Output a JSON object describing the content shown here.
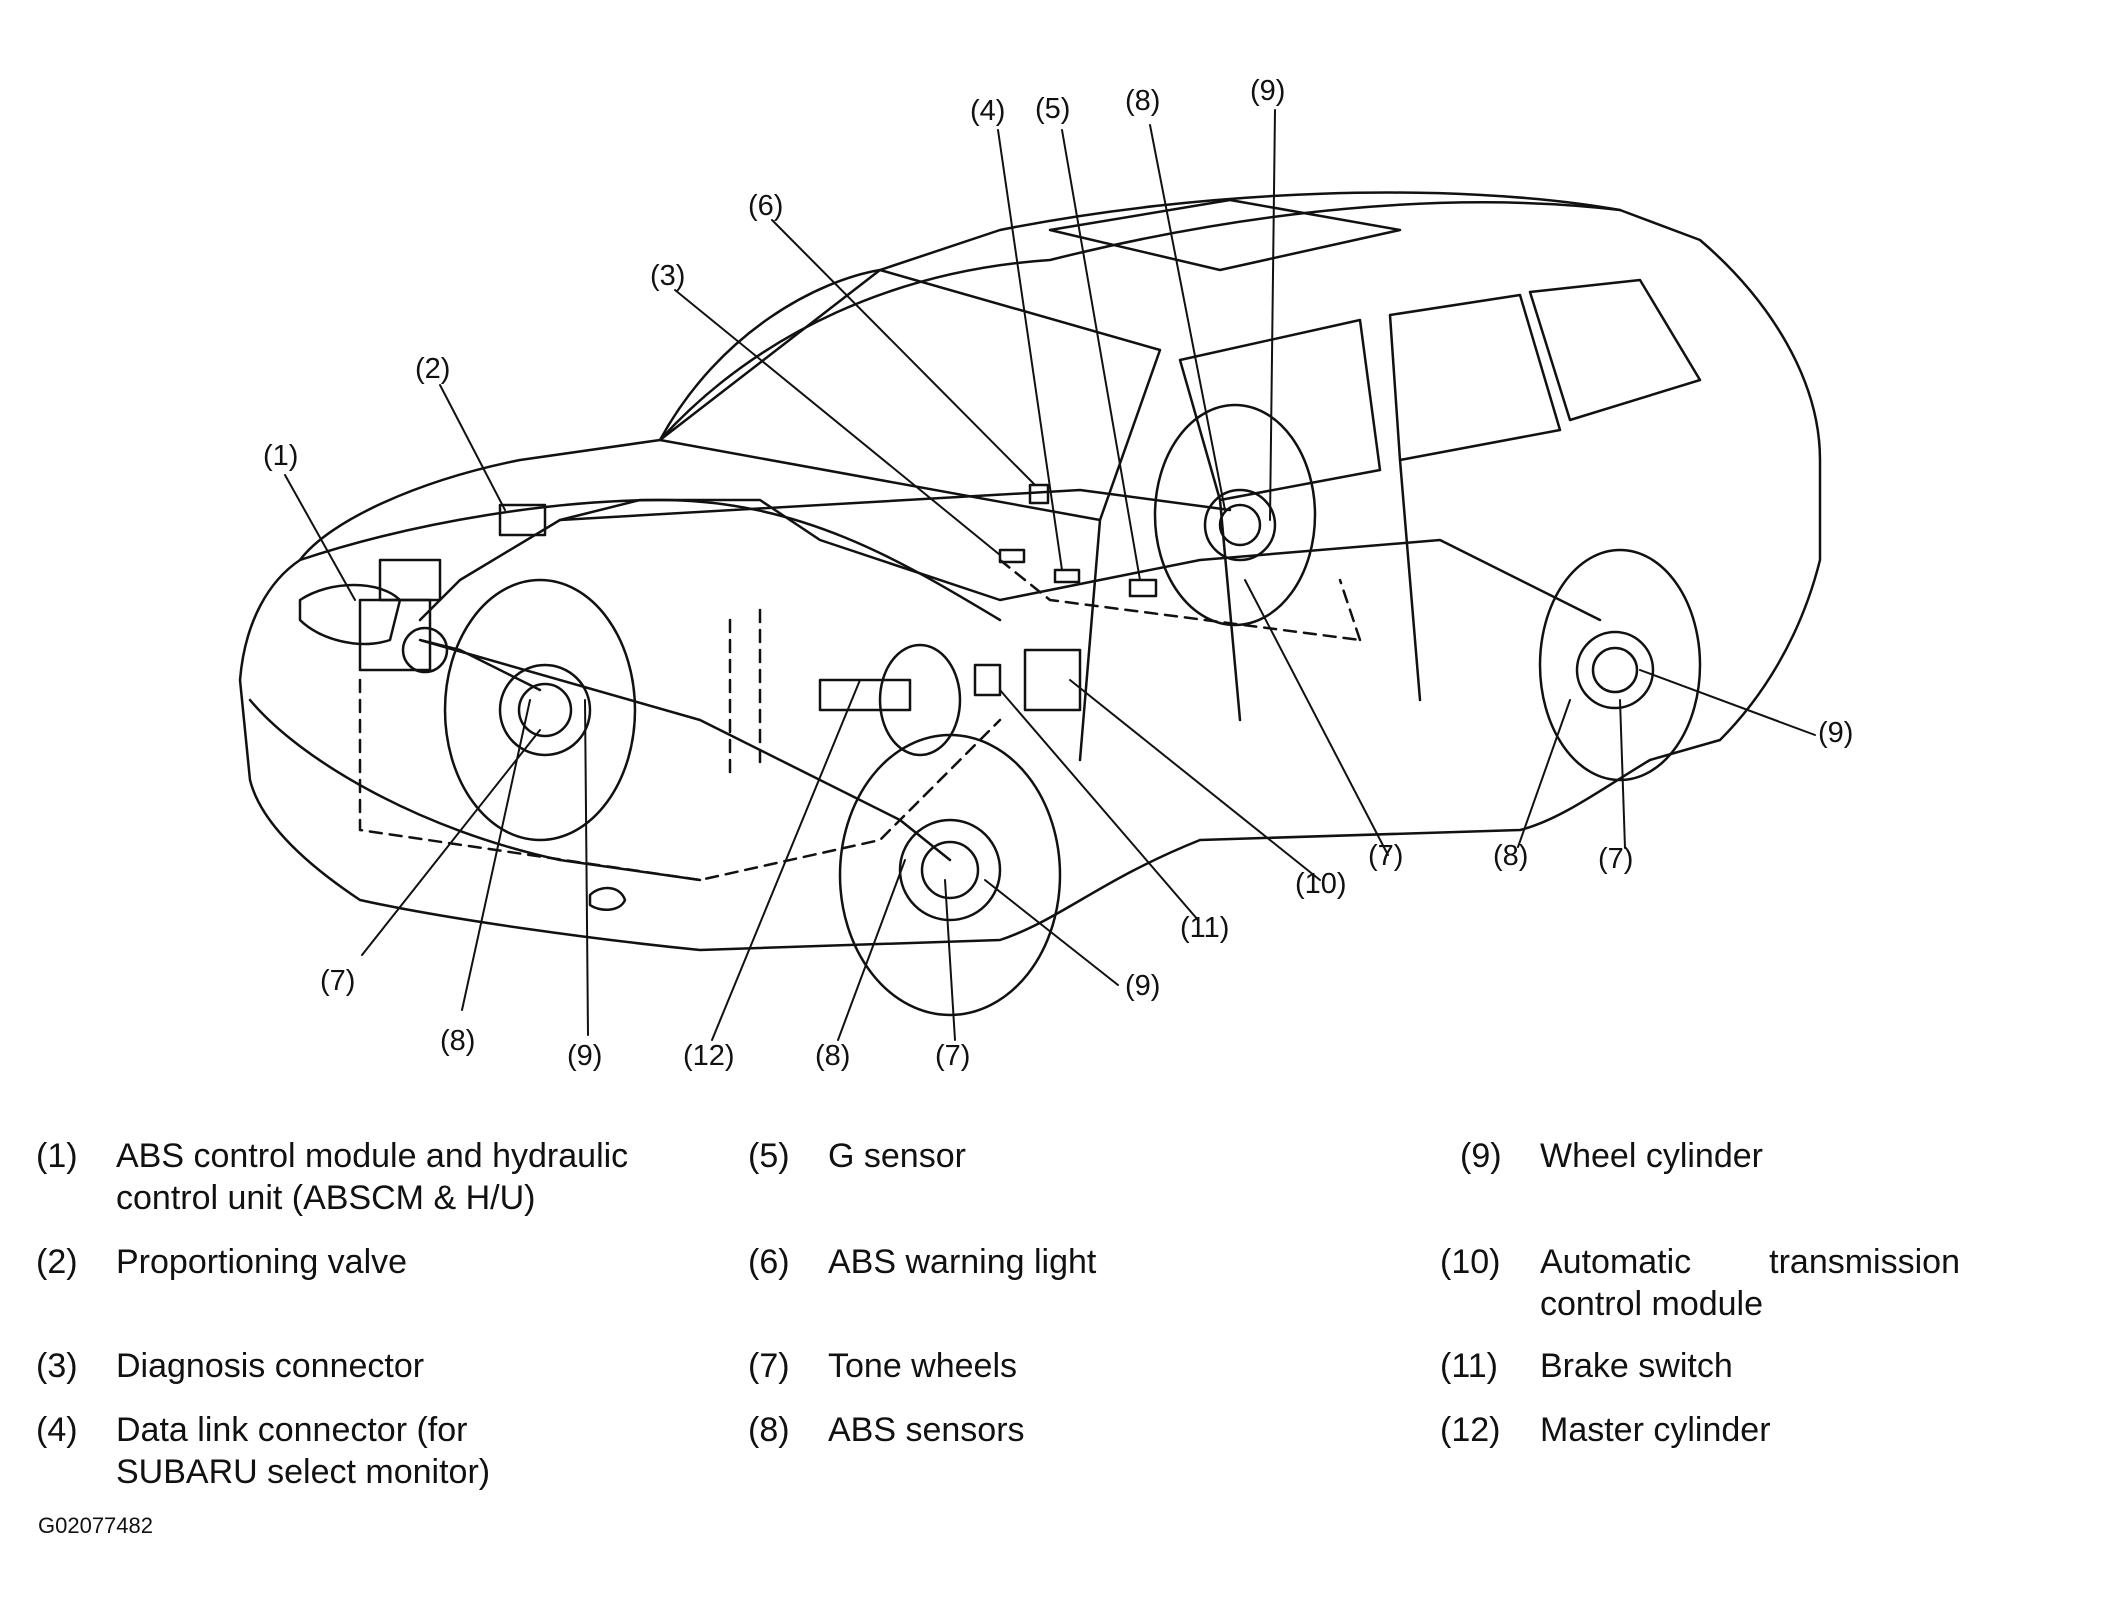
{
  "callouts": [
    {
      "id": "c1",
      "text": "(1)"
    },
    {
      "id": "c2",
      "text": "(2)"
    },
    {
      "id": "c3",
      "text": "(3)"
    },
    {
      "id": "c4",
      "text": "(4)"
    },
    {
      "id": "c5",
      "text": "(5)"
    },
    {
      "id": "c6",
      "text": "(6)"
    },
    {
      "id": "c8top",
      "text": "(8)"
    },
    {
      "id": "c9top",
      "text": "(9)"
    },
    {
      "id": "c7fl",
      "text": "(7)"
    },
    {
      "id": "c8fl",
      "text": "(8)"
    },
    {
      "id": "c9fl",
      "text": "(9)"
    },
    {
      "id": "c12",
      "text": "(12)"
    },
    {
      "id": "c8fr",
      "text": "(8)"
    },
    {
      "id": "c7fr",
      "text": "(7)"
    },
    {
      "id": "c9fr",
      "text": "(9)"
    },
    {
      "id": "c11",
      "text": "(11)"
    },
    {
      "id": "c10",
      "text": "(10)"
    },
    {
      "id": "c7rl",
      "text": "(7)"
    },
    {
      "id": "c8rr",
      "text": "(8)"
    },
    {
      "id": "c7rr",
      "text": "(7)"
    },
    {
      "id": "c9rr",
      "text": "(9)"
    }
  ],
  "legend": [
    {
      "num": "(1)",
      "text": "ABS control module and hydraulic control unit (ABSCM & H/U)"
    },
    {
      "num": "(2)",
      "text": "Proportioning valve"
    },
    {
      "num": "(3)",
      "text": "Diagnosis connector"
    },
    {
      "num": "(4)",
      "text": "Data link connector (for SUBARU select monitor)"
    },
    {
      "num": "(5)",
      "text": "G sensor"
    },
    {
      "num": "(6)",
      "text": "ABS warning light"
    },
    {
      "num": "(7)",
      "text": "Tone wheels"
    },
    {
      "num": "(8)",
      "text": "ABS sensors"
    },
    {
      "num": "(9)",
      "text": "Wheel cylinder"
    },
    {
      "num": "(10)",
      "text": "Automatic transmission control module"
    },
    {
      "num": "(11)",
      "text": "Brake switch"
    },
    {
      "num": "(12)",
      "text": "Master cylinder"
    }
  ],
  "figure_id": "G02077482"
}
